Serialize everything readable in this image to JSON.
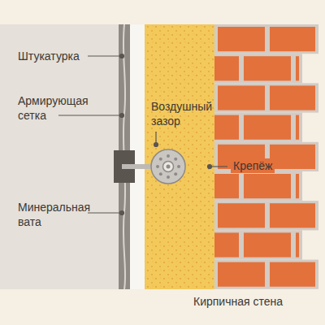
{
  "diagram": {
    "labels": [
      "Штукатурка",
      "Армирующая сетка",
      "Воздушный зазор",
      "Крепёж",
      "Минеральная вата",
      "Кирпичная стена"
    ]
  }
}
